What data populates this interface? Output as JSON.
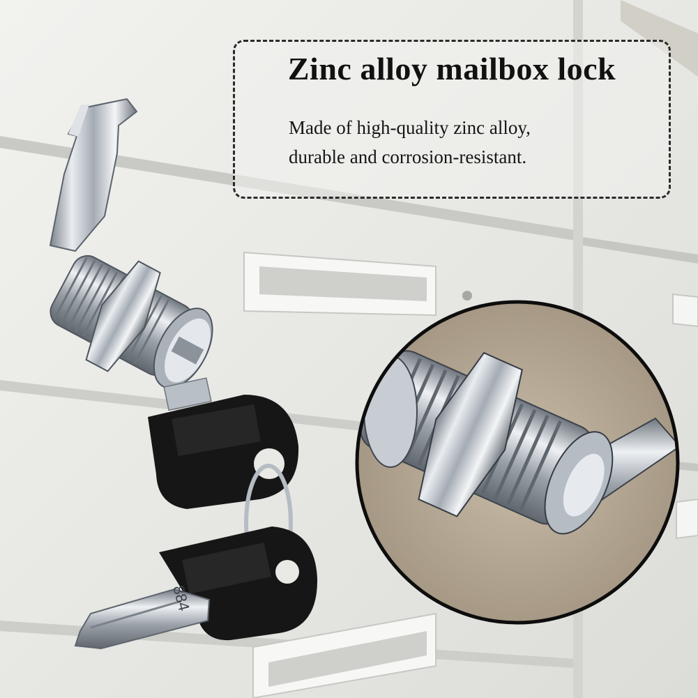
{
  "caption": {
    "title": "Zinc alloy mailbox lock",
    "description_lines": [
      "Made of high-quality zinc alloy,",
      "durable and corrosion-resistant."
    ]
  },
  "key_stamp": "884",
  "colors": {
    "cabinet": "#ecece9",
    "dashed_border": "#2a2a2a",
    "key_plastic": "#161616",
    "metal": "#c9cfd6"
  }
}
